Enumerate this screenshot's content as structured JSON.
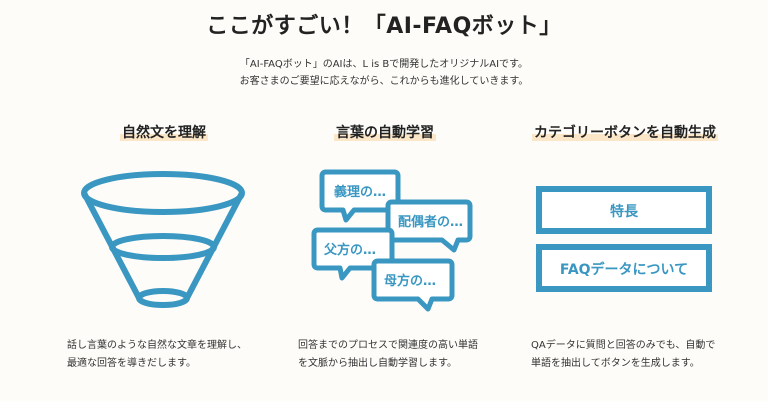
{
  "page": {
    "title": "ここがすごい！「AI-FAQボット」",
    "intro_line1": "「AI-FAQボット」のAIは、L is Bで開発したオリジナルAIです。",
    "intro_line2": "お客さまのご要望に応えながら、これからも進化していきます。"
  },
  "colors": {
    "accent": "#3a97c2",
    "highlight": "#fbe6c7",
    "background": "#fdfcf9"
  },
  "features": [
    {
      "title": "自然文を理解",
      "icon": "funnel-icon",
      "desc_line1": "話し言葉のような自然な文章を理解し、",
      "desc_line2": "最適な回答を導きだします。"
    },
    {
      "title": "言葉の自動学習",
      "icon": "speech-bubbles-icon",
      "bubbles": [
        "義理の…",
        "配偶者の…",
        "父方の…",
        "母方の…"
      ],
      "desc_line1": "回答までのプロセスで関連度の高い単語",
      "desc_line2": "を文脈から抽出し自動学習します。"
    },
    {
      "title": "カテゴリーボタンを自動生成",
      "icon": "category-buttons-icon",
      "buttons": [
        "特長",
        "FAQデータについて"
      ],
      "desc_line1": "QAデータに質問と回答のみでも、自動で",
      "desc_line2": "単語を抽出してボタンを生成します。"
    }
  ]
}
